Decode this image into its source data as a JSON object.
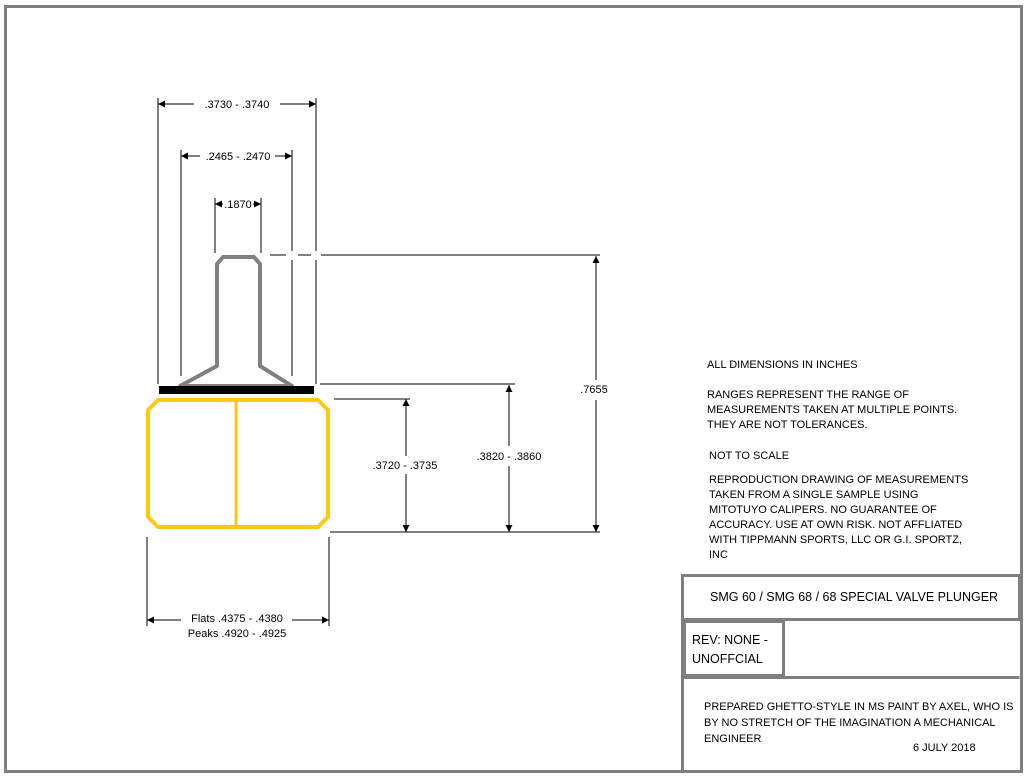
{
  "dimensions": {
    "outer_width": ".3730 - .3740",
    "mid_width": ".2465 - .2470",
    "stem_width": ".1870",
    "overall_height": ".7655",
    "base_height": ".3820 - .3860",
    "body_height": ".3720 - .3735",
    "flats": "Flats .4375 - .4380",
    "peaks": "Peaks .4920 - .4925"
  },
  "notes": {
    "units": "ALL DIMENSIONS IN INCHES",
    "ranges_line1": "RANGES REPRESENT THE RANGE OF",
    "ranges_line2": "MEASUREMENTS TAKEN AT MULTIPLE POINTS.",
    "ranges_line3": "THEY ARE NOT TOLERANCES.",
    "scale": "NOT TO SCALE",
    "repro_line1": "REPRODUCTION DRAWING OF MEASUREMENTS",
    "repro_line2": "TAKEN FROM A SINGLE SAMPLE USING",
    "repro_line3": "MITOTUYO CALIPERS.  NO GUARANTEE OF",
    "repro_line4": "ACCURACY.  USE AT OWN RISK.  NOT AFFLIATED",
    "repro_line5": "WITH TIPPMANN SPORTS, LLC OR G.I. SPORTZ,",
    "repro_line6": "INC"
  },
  "title_block": {
    "title": "SMG 60 / SMG 68 / 68 SPECIAL VALVE PLUNGER",
    "rev_line1": "REV: NONE -",
    "rev_line2": "UNOFFCIAL",
    "prepared_line1": "PREPARED GHETTO-STYLE IN MS PAINT BY AXEL, WHO IS",
    "prepared_line2": "BY NO STRETCH OF THE IMAGINATION A MECHANICAL",
    "prepared_line3": "ENGINEER",
    "date": "6 JULY 2018"
  },
  "colors": {
    "border": "#7f7f7f",
    "part_stem": "#808080",
    "part_seal": "#000000",
    "part_body": "#ffc90e",
    "leader": "#000000"
  }
}
